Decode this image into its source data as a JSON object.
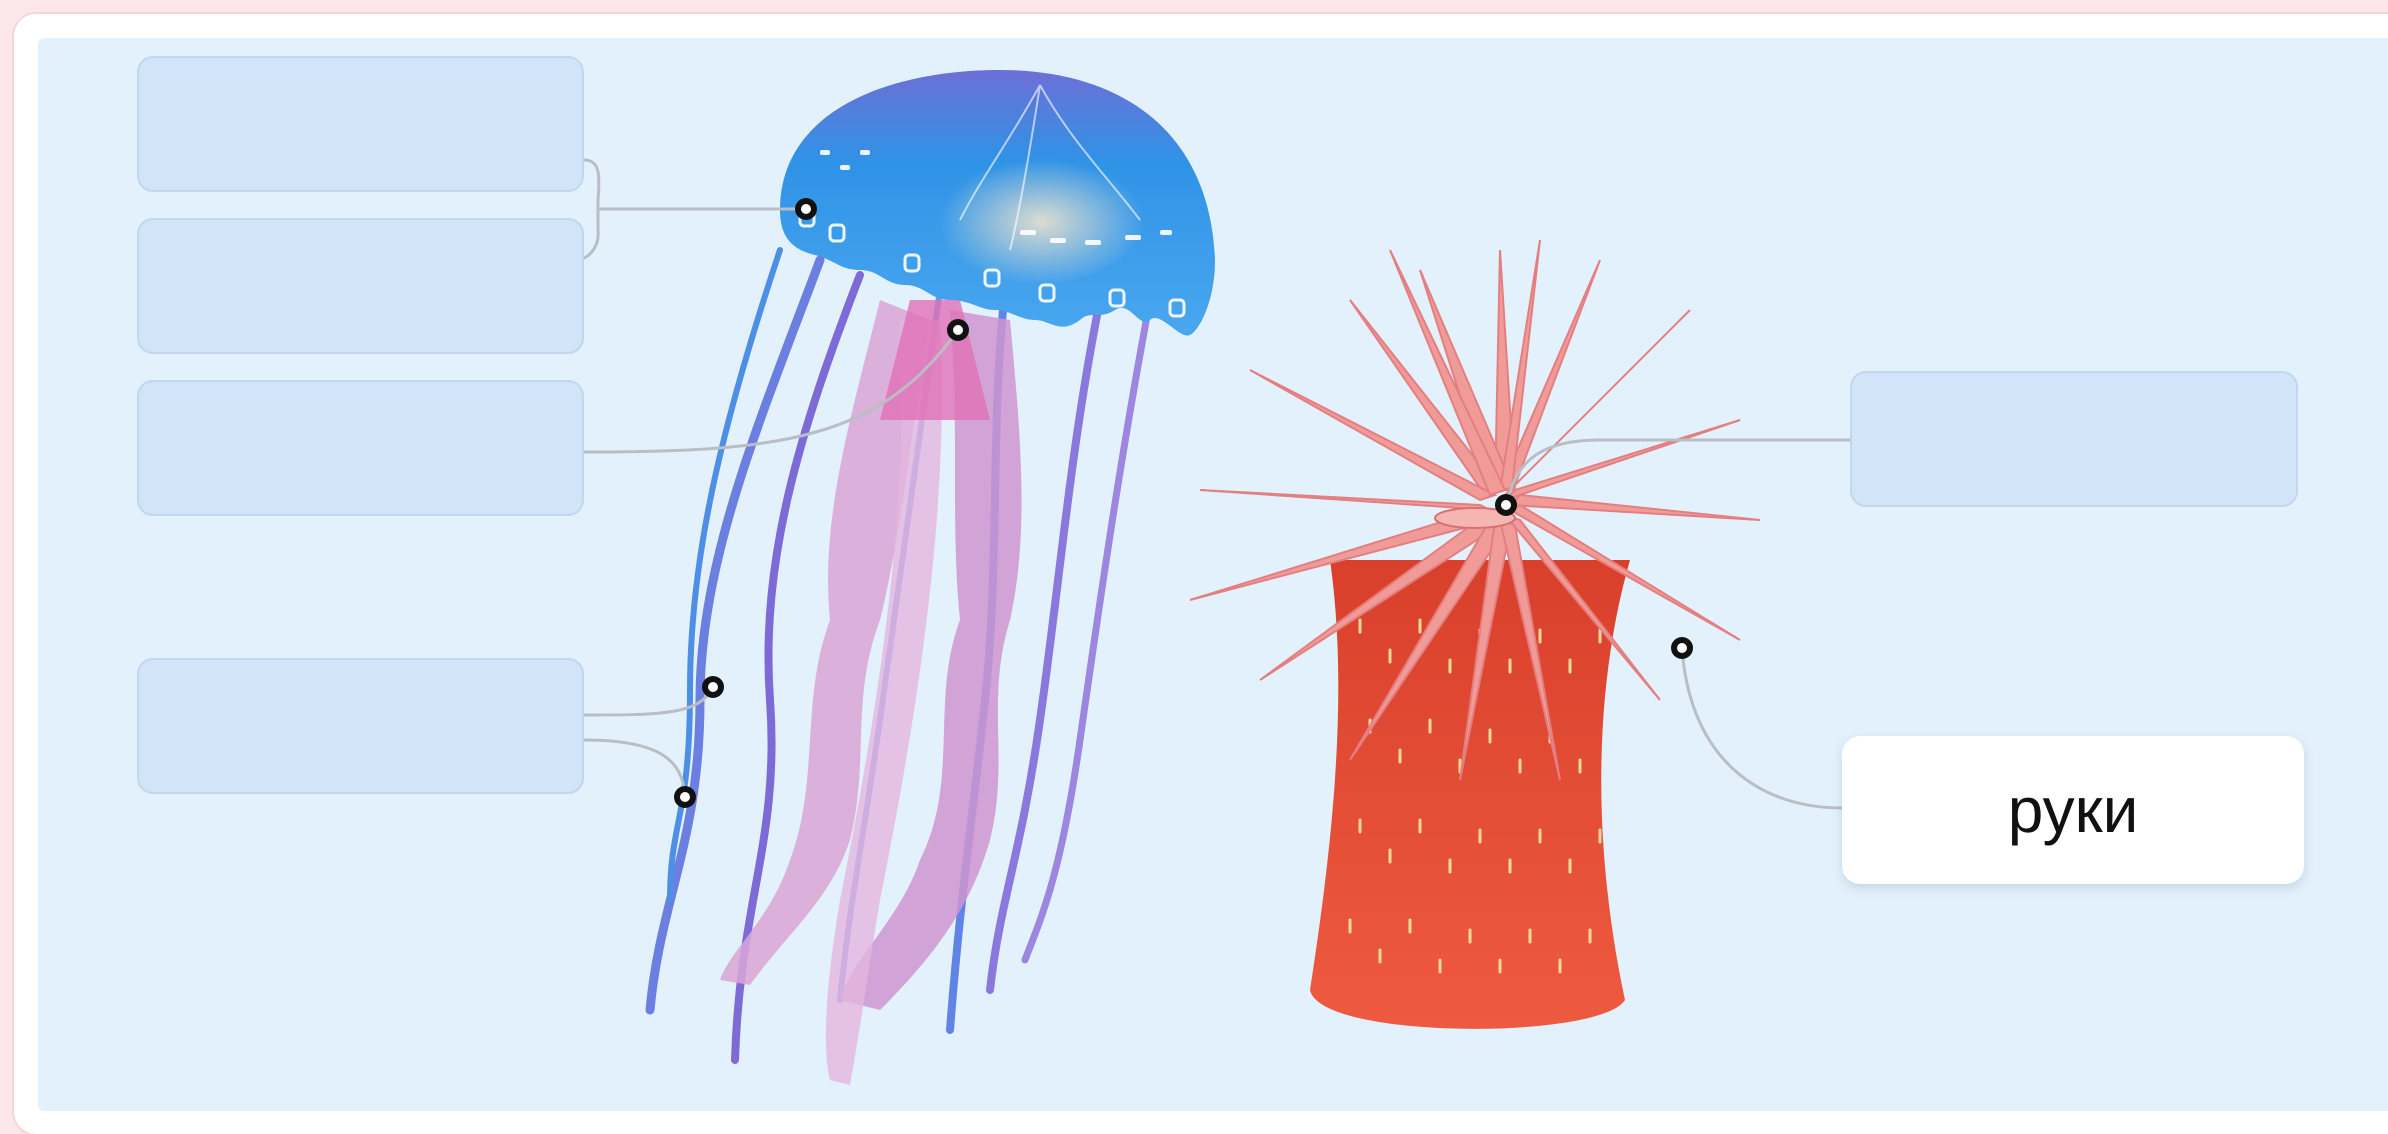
{
  "colors": {
    "page_background": "#fbe7ea",
    "panel_background": "#e3f1fc",
    "drop_zone_fill": "#d2e4f7",
    "leader_line": "#b9bec4",
    "marker": "#111111",
    "jellyfish_bell": "#3b8fe0",
    "anemone_body": "#e8432e",
    "anemone_tentacles": "#f29a98"
  },
  "drop_zones": [
    {
      "id": "jellyfish-bell-top",
      "value": ""
    },
    {
      "id": "jellyfish-bell-bottom",
      "value": ""
    },
    {
      "id": "jellyfish-mouth-arms",
      "value": ""
    },
    {
      "id": "jellyfish-tentacles",
      "value": ""
    },
    {
      "id": "anemone-mouth",
      "value": ""
    }
  ],
  "placed_labels": [
    {
      "target": "anemone-tentacles",
      "text": "руки"
    }
  ],
  "illustrations": [
    "jellyfish",
    "sea-anemone"
  ]
}
